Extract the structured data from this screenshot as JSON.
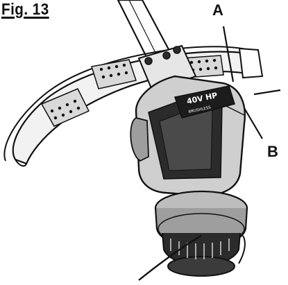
{
  "figure": {
    "title": "Fig. 13",
    "callouts": [
      {
        "id": "A",
        "label": "A"
      },
      {
        "id": "B",
        "label": "B"
      }
    ],
    "product_badge": {
      "line1": "40V HP",
      "line2": "BRUSHLESS"
    }
  },
  "colors": {
    "ink": "#111111",
    "fill_light": "#f2f2f2",
    "fill_mid": "#bdbdbd",
    "fill_dark": "#2b2b2b",
    "badge": "#1c1c1c"
  }
}
